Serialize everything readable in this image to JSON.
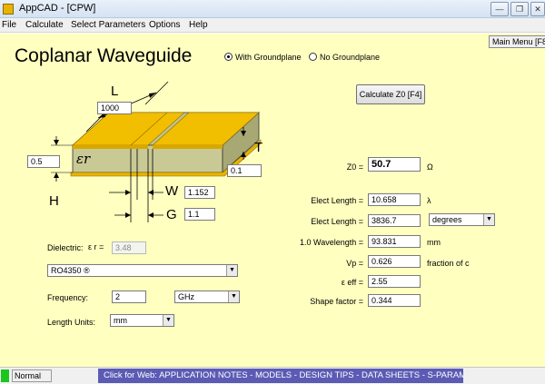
{
  "window": {
    "title": "AppCAD - [CPW]"
  },
  "menu": [
    "File",
    "Calculate",
    "Select Parameters",
    "Options",
    "Help"
  ],
  "main_menu_label": "Main Menu [F8",
  "heading": "Coplanar Waveguide",
  "radios": [
    {
      "label": "With Groundplane",
      "selected": true
    },
    {
      "label": "No Groundplane",
      "selected": false
    }
  ],
  "calc_button": "Calculate Z0  [F4]",
  "diagram": {
    "L_label": "L",
    "L_value": "1000",
    "T_label": "T",
    "T_value": "0.1",
    "H_label": "H",
    "H_value": "0.5",
    "W_label": "W",
    "W_value": "1.152",
    "G_label": "G",
    "G_value": "1.1",
    "er_label": "εr"
  },
  "inputs": {
    "dielectric_label": "Dielectric:",
    "er_prefix": "ε r =",
    "er_value": "3.48",
    "material": "RO4350   ®",
    "frequency_label": "Frequency:",
    "frequency_value": "2",
    "frequency_unit": "GHz",
    "length_units_label": "Length Units:",
    "length_units_value": "mm"
  },
  "results": {
    "z0_label": "Z0 =",
    "z0_value": "50.7",
    "z0_unit": "Ω",
    "elect_len1_label": "Elect Length =",
    "elect_len1_value": "10.658",
    "elect_len1_unit": "λ",
    "elect_len2_label": "Elect Length =",
    "elect_len2_value": "3836.7",
    "elect_len2_unit": "degrees",
    "wavelength_label": "1.0 Wavelength =",
    "wavelength_value": "93.831",
    "wavelength_unit": "mm",
    "vp_label": "Vp =",
    "vp_value": "0.626",
    "vp_unit": "fraction of c",
    "eeff_label": "ε eff =",
    "eeff_value": "2.55",
    "shape_label": "Shape factor =",
    "shape_value": "0.344"
  },
  "status": {
    "state": "Normal",
    "links": "Click for Web: APPLICATION NOTES - MODELS - DESIGN TIPS - DATA SHEETS - S-PARAMETERS"
  }
}
